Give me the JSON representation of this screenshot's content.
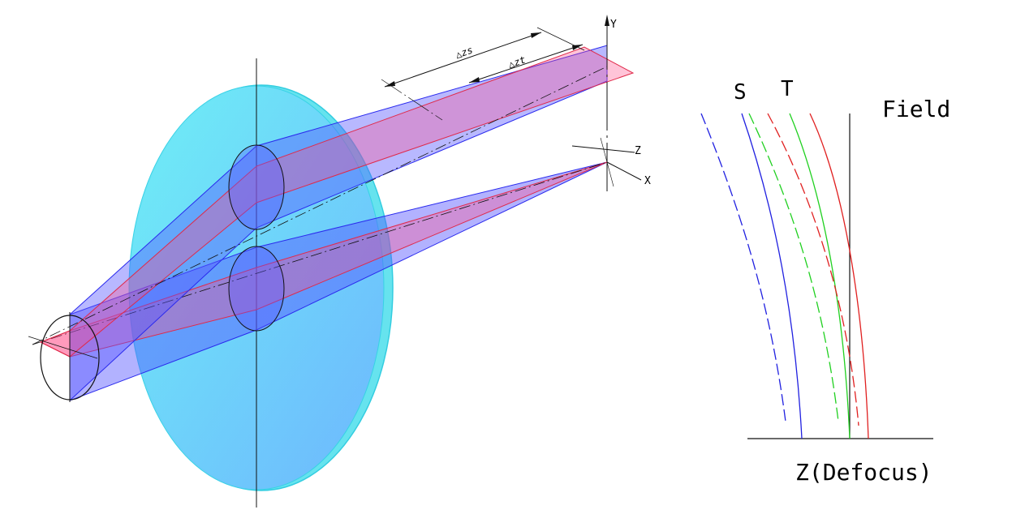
{
  "diagram": {
    "axis_labels": {
      "y": "Y",
      "z": "Z",
      "x": "X"
    },
    "dimension_labels": {
      "delta_zs": "△zs",
      "delta_zt": "△zt"
    },
    "curve_labels": {
      "sagittal": "S",
      "tangential": "T"
    },
    "field_label": "Field",
    "defocus_label": "Z(Defocus)",
    "colors": {
      "lens_fill": "#5fe4f2",
      "lens_edge": "#4fd0e6",
      "blue_beam": "#3a3aff",
      "red_beam": "#ff4d6a",
      "sagittal_curve": "#2020e0",
      "tangential_curve": "#e02020",
      "green_curve": "#20d020"
    }
  }
}
